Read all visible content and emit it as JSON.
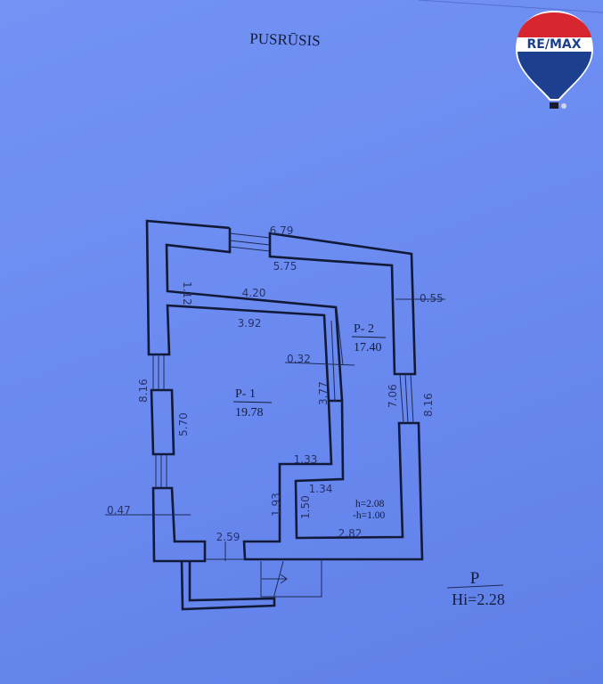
{
  "title": "PUSRŪSIS",
  "logo": {
    "text": "RE/MAX",
    "colors": {
      "red": "#d7262f",
      "blue": "#1d3f8f",
      "white": "#ffffff"
    }
  },
  "rooms": [
    {
      "id": "P- 1",
      "area": "19.78"
    },
    {
      "id": "P- 2",
      "area": "17.40"
    }
  ],
  "dimensions": {
    "top_outer": "6.79",
    "top_inner": "5.75",
    "corridor_width": "1.12",
    "wall_outer": "4.20",
    "wall_inner": "3.92",
    "right_wall": "0.55",
    "partition": "0.32",
    "left_outer": "8.16",
    "left_inner": "5.70",
    "partition_height": "3.77",
    "right_inner": "7.06",
    "right_outer": "8.16",
    "step_top": "1.33",
    "step_bottom": "1.34",
    "p1_lower": "1.93",
    "p2_lower": "1.50",
    "left_wall": "0.47",
    "bottom_p1": "2.59",
    "bottom_p2": "2.82"
  },
  "heights": {
    "h": "h=2.08",
    "minus_h": "-h=1.00"
  },
  "legend": {
    "label": "P",
    "height": "Hi=2.28"
  }
}
